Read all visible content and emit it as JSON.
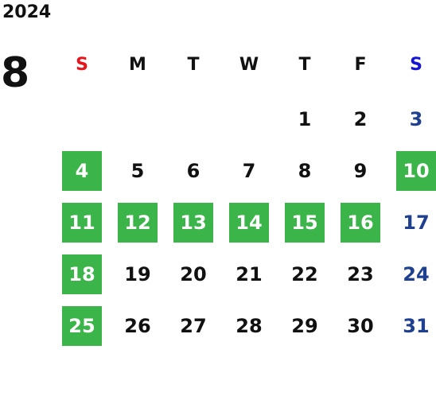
{
  "calendar": {
    "year": "2024",
    "month": "8",
    "weekdays": [
      "S",
      "M",
      "T",
      "W",
      "T",
      "F",
      "S"
    ],
    "weeks": [
      [
        "",
        "",
        "",
        "",
        "1",
        "2",
        "3"
      ],
      [
        "4",
        "5",
        "6",
        "7",
        "8",
        "9",
        "10"
      ],
      [
        "11",
        "12",
        "13",
        "14",
        "15",
        "16",
        "17"
      ],
      [
        "18",
        "19",
        "20",
        "21",
        "22",
        "23",
        "24"
      ],
      [
        "25",
        "26",
        "27",
        "28",
        "29",
        "30",
        "31"
      ]
    ],
    "highlighted_days": [
      "4",
      "10",
      "11",
      "12",
      "13",
      "14",
      "15",
      "16",
      "18",
      "25"
    ]
  },
  "colors": {
    "sunday_header": "#e8141c",
    "saturday_header": "#1515d6",
    "saturday_dates": "#1f3f8f",
    "highlight": "#3bb54a",
    "text": "#111111"
  }
}
